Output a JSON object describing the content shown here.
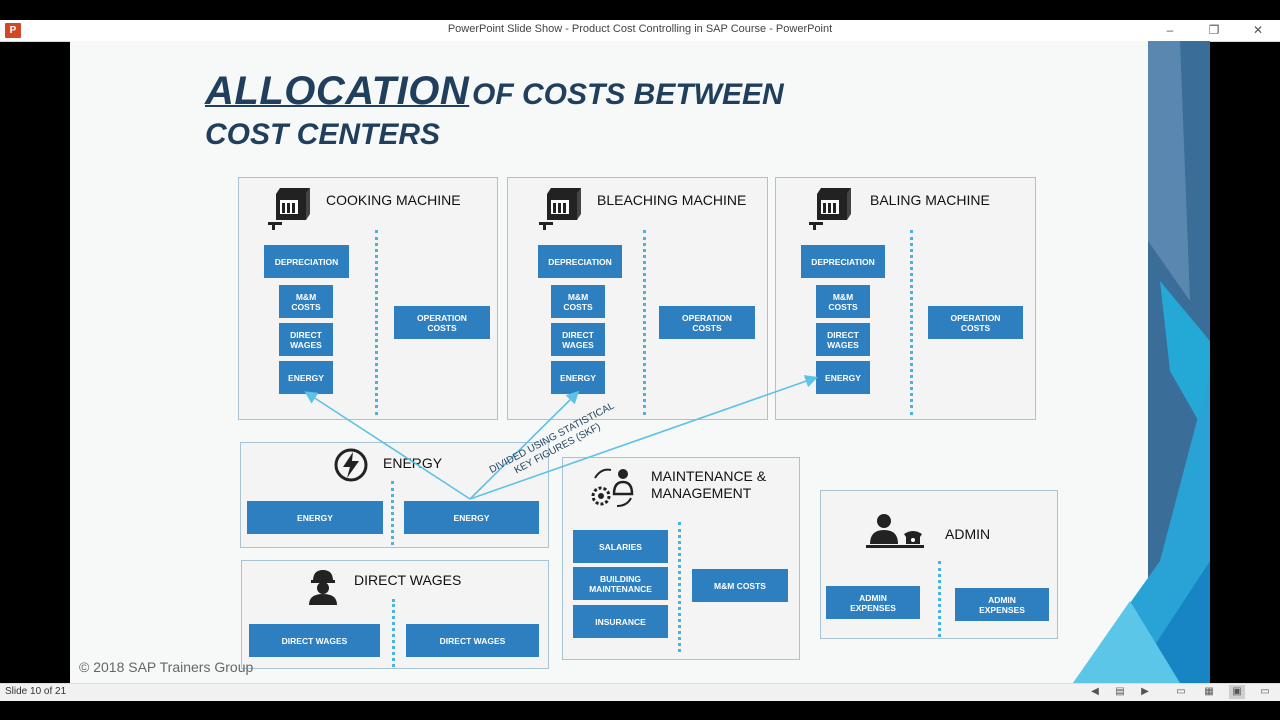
{
  "window": {
    "title": "PowerPoint Slide Show  -  Product Cost Controlling in SAP Course - PowerPoint",
    "app_icon": "P",
    "minimize": "–",
    "restore": "❐",
    "close": "✕"
  },
  "slide": {
    "title_big": "ALLOCATION",
    "title_rest": "OF COSTS BETWEEN",
    "title_line2": "COST CENTERS",
    "copyright": "© 2018 SAP Trainers Group",
    "skf_line1": "DIVIDED USING STATISTICAL",
    "skf_line2": "KEY FIGURES (SKF)",
    "machines": [
      {
        "title": "COOKING MACHINE",
        "depreciation": "DEPRECIATION",
        "mm_costs_1": "M&M",
        "mm_costs_2": "COSTS",
        "wages_1": "DIRECT",
        "wages_2": "WAGES",
        "energy": "ENERGY",
        "op_1": "OPERATION",
        "op_2": "COSTS"
      },
      {
        "title": "BLEACHING MACHINE",
        "depreciation": "DEPRECIATION",
        "mm_costs_1": "M&M",
        "mm_costs_2": "COSTS",
        "wages_1": "DIRECT",
        "wages_2": "WAGES",
        "energy": "ENERGY",
        "op_1": "OPERATION",
        "op_2": "COSTS"
      },
      {
        "title": "BALING MACHINE",
        "depreciation": "DEPRECIATION",
        "mm_costs_1": "M&M",
        "mm_costs_2": "COSTS",
        "wages_1": "DIRECT",
        "wages_2": "WAGES",
        "energy": "ENERGY",
        "op_1": "OPERATION",
        "op_2": "COSTS"
      }
    ],
    "energy_panel": {
      "title": "ENERGY",
      "left": "ENERGY",
      "right": "ENERGY"
    },
    "wages_panel": {
      "title": "DIRECT WAGES",
      "left": "DIRECT WAGES",
      "right": "DIRECT WAGES"
    },
    "maintenance_panel": {
      "title_1": "MAINTENANCE &",
      "title_2": "MANAGEMENT",
      "salaries": "SALARIES",
      "building_1": "BUILDING",
      "building_2": "MAINTENANCE",
      "insurance": "INSURANCE",
      "mm_costs": "M&M COSTS"
    },
    "admin_panel": {
      "title": "ADMIN",
      "left_1": "ADMIN",
      "left_2": "EXPENSES",
      "right_1": "ADMIN",
      "right_2": "EXPENSES"
    }
  },
  "status": {
    "slide_counter": "Slide 10 of 21",
    "icons": [
      "prev-icon",
      "notes-icon",
      "next-icon",
      "reading-view-icon",
      "slide-sorter-icon",
      "normal-view-icon",
      "slideshow-icon"
    ]
  },
  "colors": {
    "box_blue": "#2e7fc0",
    "title_navy": "#1f3f5c",
    "arrow_cyan": "#5cc2e6",
    "panel_border": "#aac3d4"
  }
}
